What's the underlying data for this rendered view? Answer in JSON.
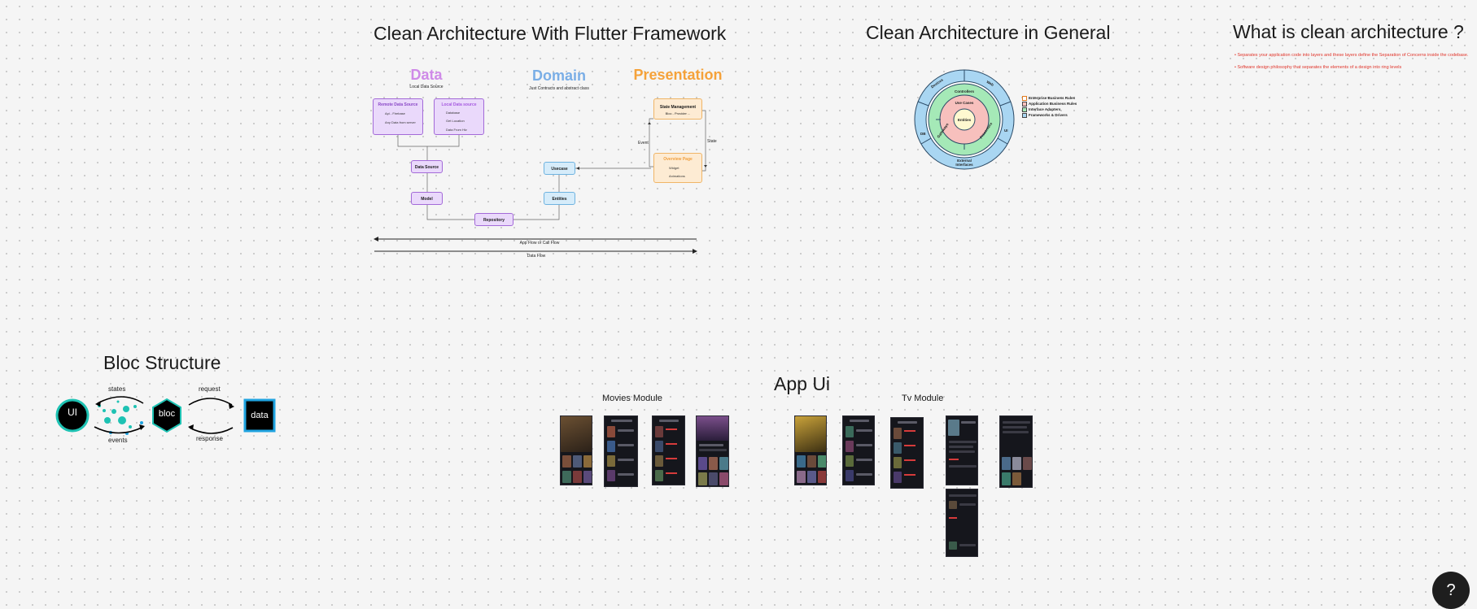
{
  "flutter": {
    "title": "Clean Architecture With Flutter Framework",
    "data_title": "Data",
    "data_sub": "Local Data Source",
    "domain_title": "Domain",
    "domain_sub": "Just Contracts and abstract class",
    "presentation_title": "Presentation",
    "remote_ds": {
      "label": "Remote Data Source",
      "items": [
        "Api - Firebase",
        "Any Data from server"
      ]
    },
    "local_ds": {
      "label": "Local Data source",
      "items": [
        "Database",
        "Get Location",
        "Data From Hiv"
      ]
    },
    "data_source": "Data Source",
    "model": "Model",
    "repository": "Repository",
    "usecase": "Usecase",
    "entities": "Entities",
    "state_mgmt": {
      "label": "State Management",
      "sub": "Bloc - Provider ..."
    },
    "view": {
      "label": "Overview Page",
      "items": [
        "Widget",
        "Animations"
      ]
    },
    "event_label": "Event",
    "state_label": "State",
    "app_flow": "App Flow or Call Flow",
    "data_flow": "Data Flow",
    "colors": {
      "data": "#cf8ae8",
      "domain": "#7aaee6",
      "presentation": "#f5a23a"
    }
  },
  "general": {
    "title": "Clean Architecture in General",
    "outer_labels": [
      "Devices",
      "Web",
      "DB",
      "UI",
      "External Interfaces"
    ],
    "ring2_labels": [
      "Controllers",
      "Gateways",
      "Presenters"
    ],
    "ring3_label": "Use Cases",
    "core_label": "Entities",
    "legend": [
      {
        "label": "Enterprise Business Rules",
        "color": "#f7c0bd"
      },
      {
        "label": "Application Business Rules",
        "color": "#f7c0bd"
      },
      {
        "label": "Interface Adapters",
        "color": "#a5e9b7"
      },
      {
        "label": "Frameworks & Drivers",
        "color": "#a9d6f2"
      }
    ]
  },
  "what": {
    "title": "What is clean architecture ?",
    "bullets": [
      "Separates your application code into layers and  these layers define the Separation of Concerns inside the codebase.",
      "Software design philosophy that separates the elements of a design into ring levels"
    ]
  },
  "bloc": {
    "title": "Bloc Structure",
    "ui": "UI",
    "bloc": "bloc",
    "data": "data",
    "states": "states",
    "events": "events",
    "request": "request",
    "response": "response",
    "colors": {
      "teal": "#1ec2b3",
      "blue": "#1fa3e0"
    }
  },
  "appui": {
    "title": "App Ui",
    "movies_module": "Movies Module",
    "tv_module": "Tv Module"
  },
  "help": {
    "label": "?"
  }
}
